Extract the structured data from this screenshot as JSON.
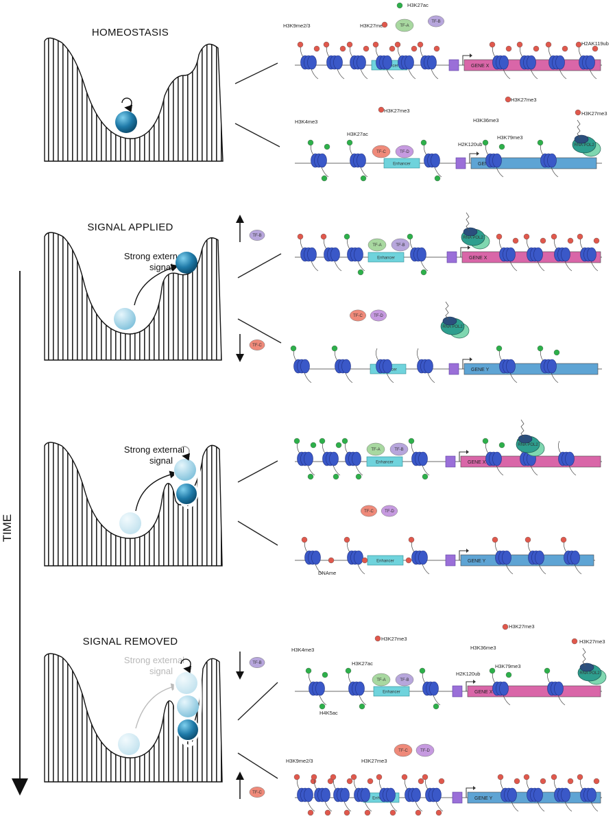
{
  "panels": [
    {
      "title": "HOMEOSTASIS",
      "signal": ""
    },
    {
      "title": "SIGNAL APPLIED",
      "signal": "Strong external signal"
    },
    {
      "title": "",
      "signal": "Strong external signal"
    },
    {
      "title": "SIGNAL REMOVED",
      "signal": "Strong external signal"
    }
  ],
  "axis": {
    "time_label": "TIME"
  },
  "tf": {
    "a": "TF-A",
    "b": "TF-B",
    "c": "TF-C",
    "d": "TF-D"
  },
  "elements": {
    "enhancer": "Enhancer",
    "gene_x": "GENE X",
    "gene_y": "GENE Y",
    "polymerase": "RNA POL2"
  },
  "marks": {
    "h3k9": "H3K9me2/3",
    "h3k27me3": "H3K27me3",
    "h3k27ac": "H3K27ac",
    "h2ak119ub": "H2AK119ub",
    "h3k4me3": "H3K4me3",
    "h3k36me3": "H3K36me3",
    "h3k79me3": "H3K79me3",
    "h2k120ub": "H2K120ub",
    "dname": "DNAme",
    "h4k5ac": "H4K5ac"
  },
  "colors": {
    "nucleosome": "#3a58c8",
    "active_mark": "#2db04a",
    "repressive_mark": "#e0584c",
    "enhancer": "#6fd3dc",
    "gene_x": "#d966a8",
    "gene_y": "#5ea4d4",
    "promoter": "#9a6fd8",
    "tf_a": "#a8d8a0",
    "tf_b": "#b7a6dc",
    "tf_c": "#ef8a7a",
    "tf_d": "#c69ae0",
    "polymerase": "#2e9e8e",
    "ball_dark": "#1f7aa8",
    "ball_light": "#9cd0e4"
  }
}
